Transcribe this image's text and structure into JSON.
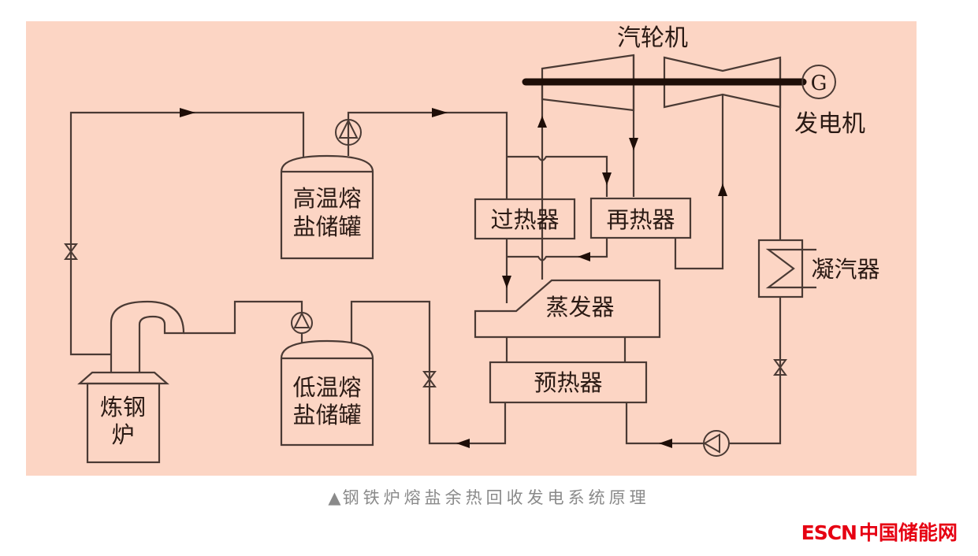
{
  "diagram": {
    "background": "#fcd5c4",
    "stroke_color": "#4a3a34",
    "labels": {
      "turbine": "汽轮机",
      "generator_symbol": "G",
      "generator": "发电机",
      "high_temp_tank_line1": "高温熔",
      "high_temp_tank_line2": "盐储罐",
      "low_temp_tank_line1": "低温熔",
      "low_temp_tank_line2": "盐储罐",
      "superheater": "过热器",
      "reheater": "再热器",
      "evaporator": "蒸发器",
      "preheater": "预热器",
      "condenser": "凝汽器",
      "furnace_line1": "炼钢",
      "furnace_line2": "炉"
    },
    "components": [
      {
        "id": "steelmaking-furnace",
        "label": "炼钢炉"
      },
      {
        "id": "high-temp-molten-salt-tank",
        "label": "高温熔盐储罐"
      },
      {
        "id": "low-temp-molten-salt-tank",
        "label": "低温熔盐储罐"
      },
      {
        "id": "superheater",
        "label": "过热器"
      },
      {
        "id": "reheater",
        "label": "再热器"
      },
      {
        "id": "evaporator",
        "label": "蒸发器"
      },
      {
        "id": "preheater",
        "label": "预热器"
      },
      {
        "id": "condenser",
        "label": "凝汽器"
      },
      {
        "id": "steam-turbine",
        "label": "汽轮机"
      },
      {
        "id": "generator",
        "label": "发电机"
      }
    ]
  },
  "caption": {
    "marker": "▲",
    "text": "钢铁炉熔盐余热回收发电系统原理"
  },
  "watermark": {
    "brand_en": "ESCN",
    "brand_cn": "中国储能网",
    "color": "#e60012"
  }
}
